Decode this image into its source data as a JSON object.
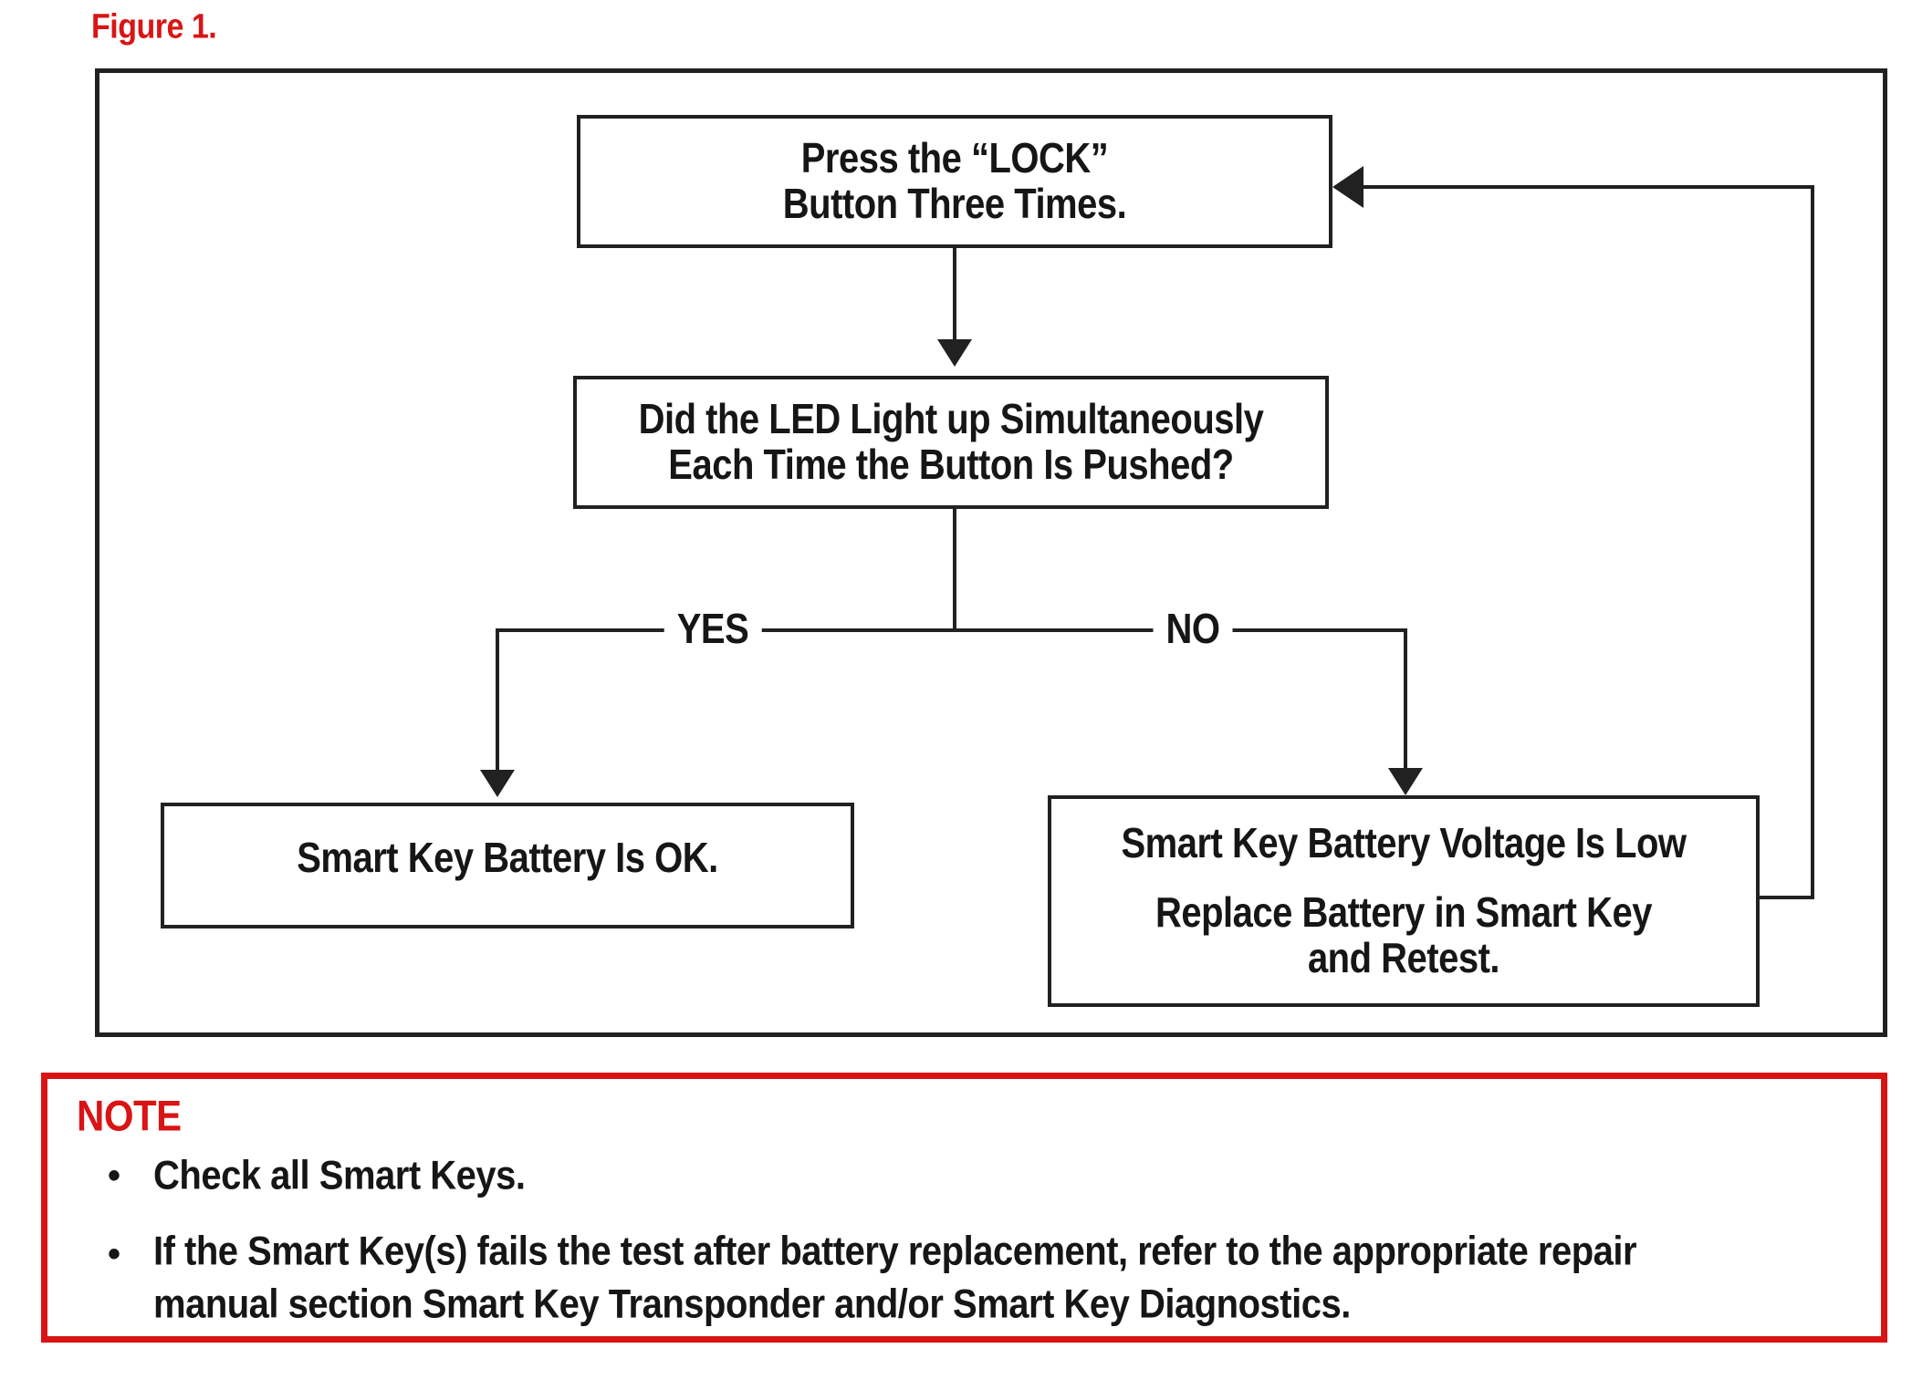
{
  "figure": {
    "label": "Figure 1."
  },
  "colors": {
    "red": "#d91414",
    "black": "#212121"
  },
  "flowchart": {
    "press_box": {
      "line1": "Press the “LOCK”",
      "line2": "Button Three Times."
    },
    "led_box": {
      "line1": "Did the LED Light up Simultaneously",
      "line2": "Each Time the Button Is Pushed?"
    },
    "branch_yes": "YES",
    "branch_no": "NO",
    "ok_box": {
      "line1": "Smart Key Battery Is OK."
    },
    "low_box": {
      "line1": "Smart Key Battery Voltage Is Low",
      "line2": "Replace Battery in Smart Key",
      "line3": "and Retest."
    }
  },
  "note": {
    "heading": "NOTE",
    "bullet_glyph": "•",
    "bullet1": {
      "line1": "Check all Smart Keys."
    },
    "bullet2": {
      "line1": "If the Smart Key(s) fails the test after battery replacement, refer to the appropriate repair",
      "line2": "manual section Smart Key Transponder and/or Smart Key Diagnostics."
    }
  }
}
